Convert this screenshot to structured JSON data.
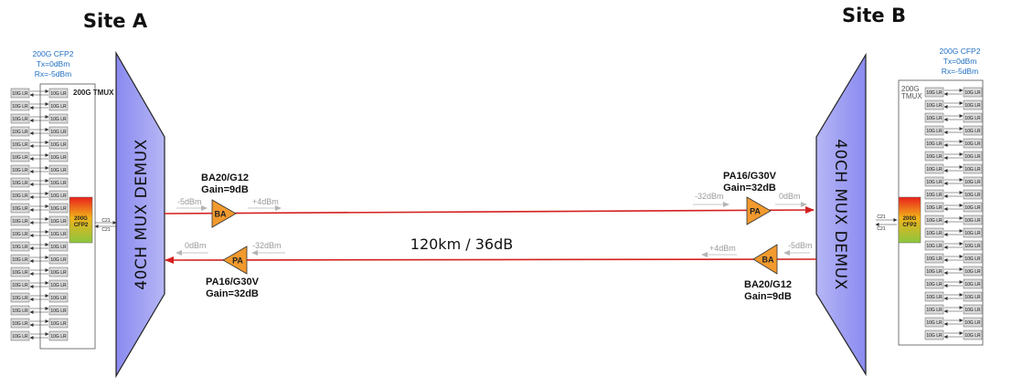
{
  "site_a": {
    "title": "Site A",
    "transceiver_lines": [
      "200G CFP2",
      "Tx=0dBm",
      "Rx=-5dBm"
    ],
    "tmux_label": "200G TMUX",
    "cfp2_label": "200G CFP2",
    "channel_labels": [
      "C21",
      "C21"
    ],
    "mux_label": "40CH MUX DEMUX"
  },
  "site_b": {
    "title": "Site B",
    "transceiver_lines": [
      "200G CFP2",
      "Tx=0dBm",
      "Rx=-5dBm"
    ],
    "tmux_label": "200G TMUX",
    "cfp2_label": "200G CFP2",
    "channel_labels": [
      "C21",
      "C21"
    ],
    "mux_label": "40CH MUX DEMUX"
  },
  "client_port_label": "10G LR",
  "client_port_rows": 20,
  "span_label": "120km / 36dB",
  "amplifiers": {
    "a_ba": {
      "symbol": "BA",
      "model": "BA20/G12",
      "gain": "Gain=9dB",
      "in_power": "-5dBm",
      "out_power": "+4dBm"
    },
    "a_pa": {
      "symbol": "PA",
      "model": "PA16/G30V",
      "gain": "Gain=32dB",
      "in_power": "-32dBm",
      "out_power": "0dBm"
    },
    "b_pa": {
      "symbol": "PA",
      "model": "PA16/G30V",
      "gain": "Gain=32dB",
      "in_power": "-32dBm",
      "out_power": "0dBm"
    },
    "b_ba": {
      "symbol": "BA",
      "model": "BA20/G12",
      "gain": "Gain=9dB",
      "in_power": "-5dBm",
      "out_power": "+4dBm"
    }
  },
  "colors": {
    "link": "#d42020",
    "amplifier": "#f29a2e",
    "mux_fill": "#9e9ef2",
    "text_blue": "#1f6fc2"
  }
}
